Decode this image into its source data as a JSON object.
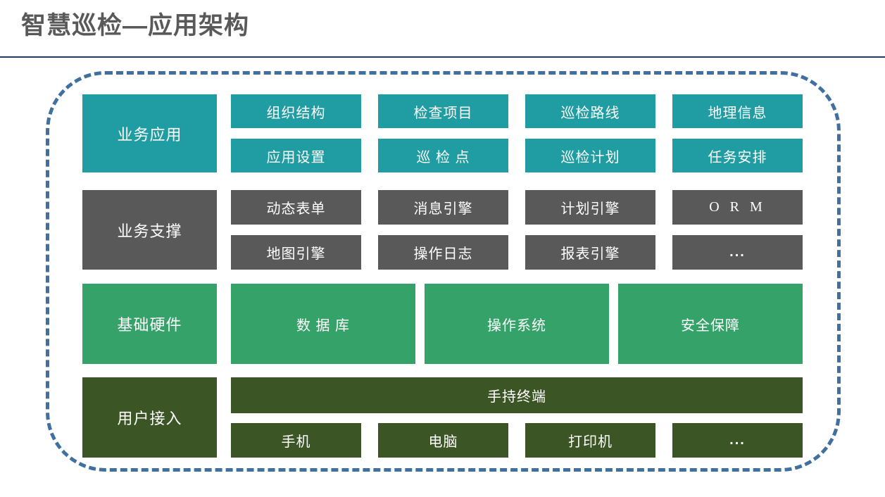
{
  "title": "智慧巡检—应用架构",
  "colors": {
    "teal": "#1F9DA3",
    "dark_gray": "#595959",
    "green": "#35A369",
    "dark_olive_green": "#3B5524",
    "frame_dash_blue": "#41709F",
    "title_rule_navy": "#1F3864",
    "title_text": "#595959",
    "box_text": "#FFFFFF"
  },
  "layers": [
    {
      "label": "业务应用",
      "rows": [
        [
          "组织结构",
          "检查项目",
          "巡检路线",
          "地理信息"
        ],
        [
          "应用设置",
          "巡 检 点",
          "巡检计划",
          "任务安排"
        ]
      ]
    },
    {
      "label": "业务支撑",
      "rows": [
        [
          "动态表单",
          "消息引擎",
          "计划引擎",
          "O R M"
        ],
        [
          "地图引擎",
          "操作日志",
          "报表引擎",
          "..."
        ]
      ]
    },
    {
      "label": "基础硬件",
      "items": [
        "数 据 库",
        "操作系统",
        "安全保障"
      ]
    },
    {
      "label": "用户接入",
      "wide_item": "手持终端",
      "items": [
        "手机",
        "电脑",
        "打印机",
        "..."
      ]
    }
  ]
}
